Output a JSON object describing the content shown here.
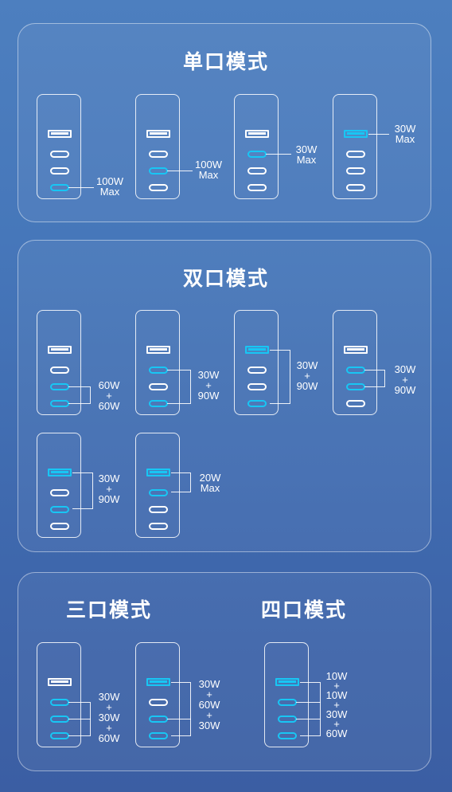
{
  "sections": {
    "single": {
      "title": "单口模式"
    },
    "dual": {
      "title": "双口模式"
    },
    "triple": {
      "title": "三口模式"
    },
    "quad": {
      "title": "四口模式"
    }
  },
  "labels": {
    "s1": "100W\nMax",
    "s2": "100W\nMax",
    "s3": "30W\nMax",
    "s4": "30W\nMax",
    "d1": "60W\n+\n60W",
    "d2": "30W\n+\n90W",
    "d3": "30W\n+\n90W",
    "d4": "30W\n+\n90W",
    "d5": "30W\n+\n90W",
    "d6": "20W\nMax",
    "t1": "30W\n+\n30W\n+\n60W",
    "t2": "30W\n+\n60W\n+\n30W",
    "q1": "10W\n+\n10W\n+\n30W\n+\n60W"
  },
  "colors": {
    "active_port": "#18c6f4",
    "background": "#4677ba"
  }
}
